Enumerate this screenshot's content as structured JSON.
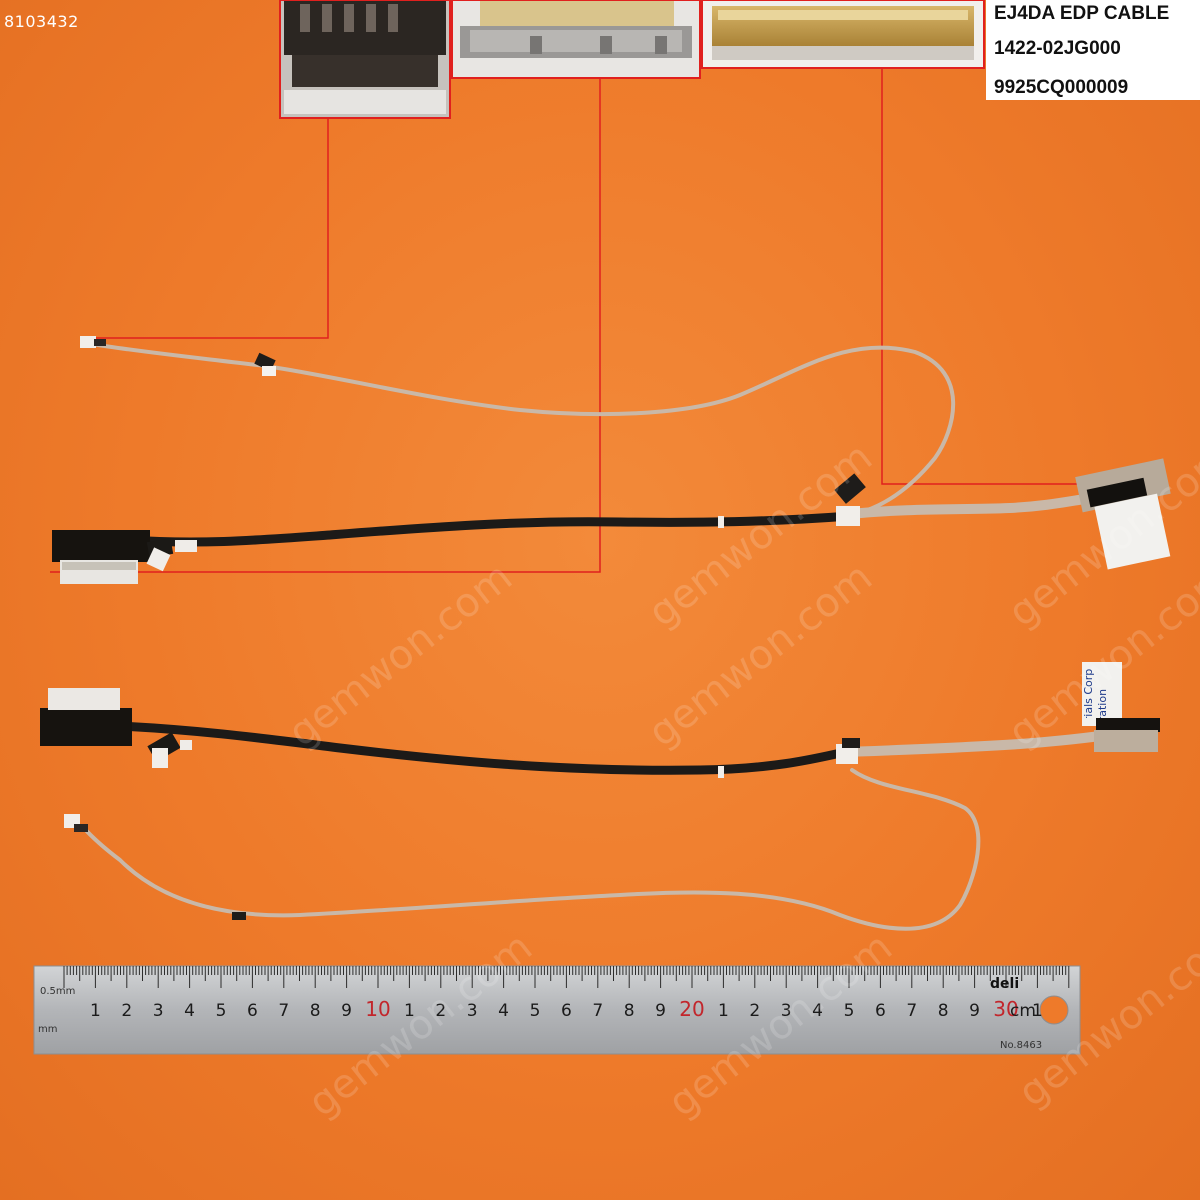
{
  "sku": "8103432",
  "spec": {
    "line1": "EJ4DA EDP CABLE",
    "line2": "1422-02JG000",
    "line3": "9925CQ000009"
  },
  "watermark": "gemwon.com",
  "tab_text": "erials Corp\noration",
  "ruler": {
    "brand": "deli",
    "unit": "cm",
    "model": "No.8463",
    "offset_label": "0.5mm",
    "mm_label": "mm"
  },
  "colors": {
    "background": "#ee7a2a",
    "callout": "#e0201e",
    "cable_black": "#1c1a18",
    "cable_grey": "#c9b8a8",
    "ruler_steel": "#b9bbbd"
  }
}
